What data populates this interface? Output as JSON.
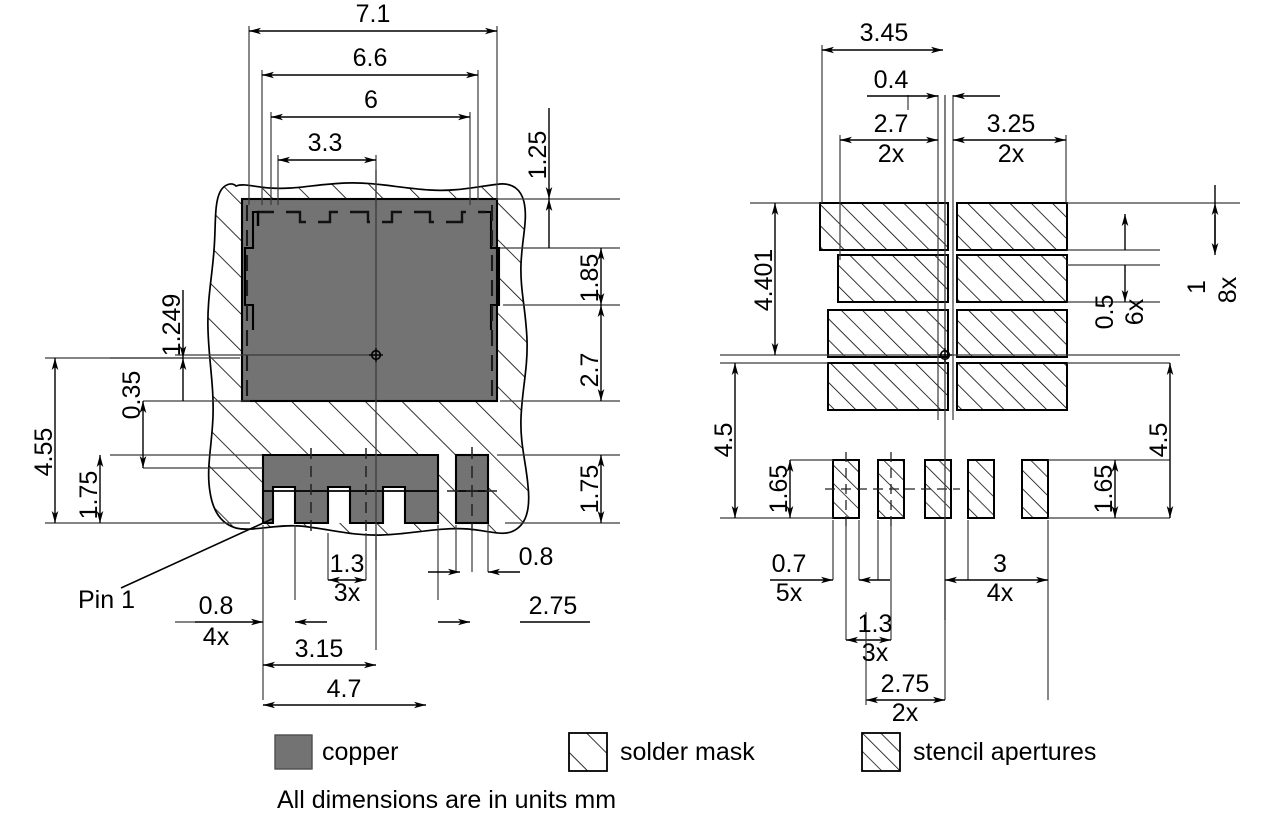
{
  "drawing": {
    "title": "PCB land pattern and stencil aperture drawing",
    "note": "All dimensions are in units mm",
    "units": "mm",
    "colors": {
      "copper": "#737373",
      "line": "#000000",
      "thin_line": "#555555",
      "background": "#ffffff"
    }
  },
  "legend": {
    "items": [
      {
        "key": "copper",
        "label": "copper",
        "swatch": "solid-gray"
      },
      {
        "key": "solder_mask",
        "label": "solder mask",
        "swatch": "sparse-hatch"
      },
      {
        "key": "stencil_apertures",
        "label": "stencil apertures",
        "swatch": "dense-hatch"
      }
    ]
  },
  "left_view": {
    "name": "copper-and-solder-mask-view",
    "pin_label": "Pin 1",
    "dimensions": {
      "top": [
        {
          "id": "d-7-1",
          "value": "7.1",
          "qty": ""
        },
        {
          "id": "d-6-6",
          "value": "6.6",
          "qty": ""
        },
        {
          "id": "d-6",
          "value": "6",
          "qty": ""
        },
        {
          "id": "d-3-3",
          "value": "3.3",
          "qty": ""
        }
      ],
      "right": [
        {
          "id": "d-1-25",
          "value": "1.25",
          "qty": ""
        },
        {
          "id": "d-1-85",
          "value": "1.85",
          "qty": ""
        },
        {
          "id": "d-2-7",
          "value": "2.7",
          "qty": ""
        },
        {
          "id": "d-1-75-r",
          "value": "1.75",
          "qty": ""
        }
      ],
      "left": [
        {
          "id": "d-1-249",
          "value": "1.249",
          "qty": ""
        },
        {
          "id": "d-0-35",
          "value": "0.35",
          "qty": ""
        },
        {
          "id": "d-4-55",
          "value": "4.55",
          "qty": ""
        },
        {
          "id": "d-1-75-l",
          "value": "1.75",
          "qty": ""
        }
      ],
      "bottom": [
        {
          "id": "d-0-8-4x",
          "value": "0.8",
          "qty": "4x"
        },
        {
          "id": "d-1-3-3x",
          "value": "1.3",
          "qty": "3x"
        },
        {
          "id": "d-3-15",
          "value": "3.15",
          "qty": ""
        },
        {
          "id": "d-4-7",
          "value": "4.7",
          "qty": ""
        },
        {
          "id": "d-0-8",
          "value": "0.8",
          "qty": ""
        },
        {
          "id": "d-2-75",
          "value": "2.75",
          "qty": ""
        }
      ]
    }
  },
  "right_view": {
    "name": "stencil-aperture-view",
    "dimensions": {
      "top": [
        {
          "id": "r-3-45",
          "value": "3.45",
          "qty": ""
        },
        {
          "id": "r-0-4",
          "value": "0.4",
          "qty": ""
        },
        {
          "id": "r-2-7-2x",
          "value": "2.7",
          "qty": "2x"
        },
        {
          "id": "r-3-25-2x",
          "value": "3.25",
          "qty": "2x"
        }
      ],
      "left": [
        {
          "id": "r-4-401",
          "value": "4.401",
          "qty": ""
        },
        {
          "id": "r-4-5-l",
          "value": "4.5",
          "qty": ""
        },
        {
          "id": "r-1-65-l",
          "value": "1.65",
          "qty": ""
        }
      ],
      "right": [
        {
          "id": "r-0-5-6x",
          "value": "0.5",
          "qty": "6x"
        },
        {
          "id": "r-1-8x",
          "value": "1",
          "qty": "8x"
        },
        {
          "id": "r-4-5-r",
          "value": "4.5",
          "qty": ""
        },
        {
          "id": "r-1-65-r",
          "value": "1.65",
          "qty": ""
        }
      ],
      "bottom": [
        {
          "id": "r-0-7-5x",
          "value": "0.7",
          "qty": "5x"
        },
        {
          "id": "r-3-4x",
          "value": "3",
          "qty": "4x"
        },
        {
          "id": "r-1-3-3x",
          "value": "1.3",
          "qty": "3x"
        },
        {
          "id": "r-2-75-2x",
          "value": "2.75",
          "qty": "2x"
        }
      ]
    }
  }
}
